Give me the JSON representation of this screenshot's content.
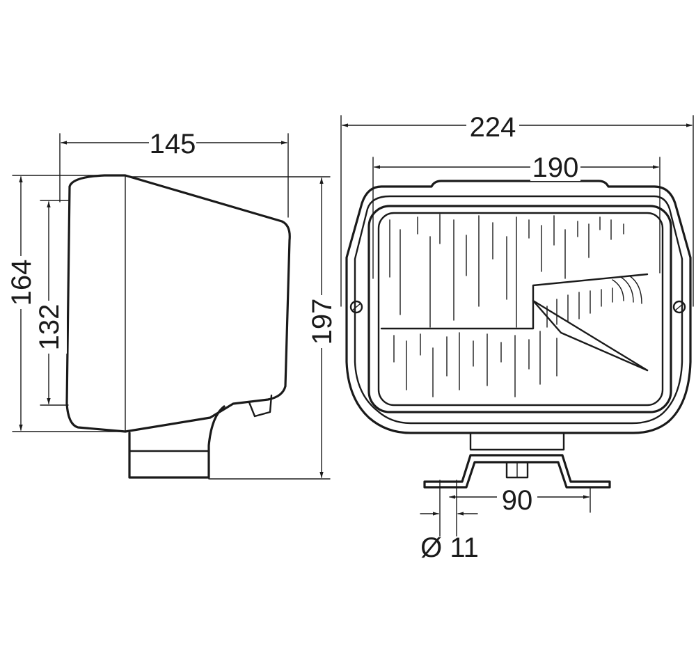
{
  "dimensions": {
    "side_width": "145",
    "height_164": "164",
    "height_132": "132",
    "height_197": "197",
    "front_width_224": "224",
    "lens_width_190": "190",
    "mount_spacing_90": "90",
    "hole_diameter": "Ø 11"
  }
}
